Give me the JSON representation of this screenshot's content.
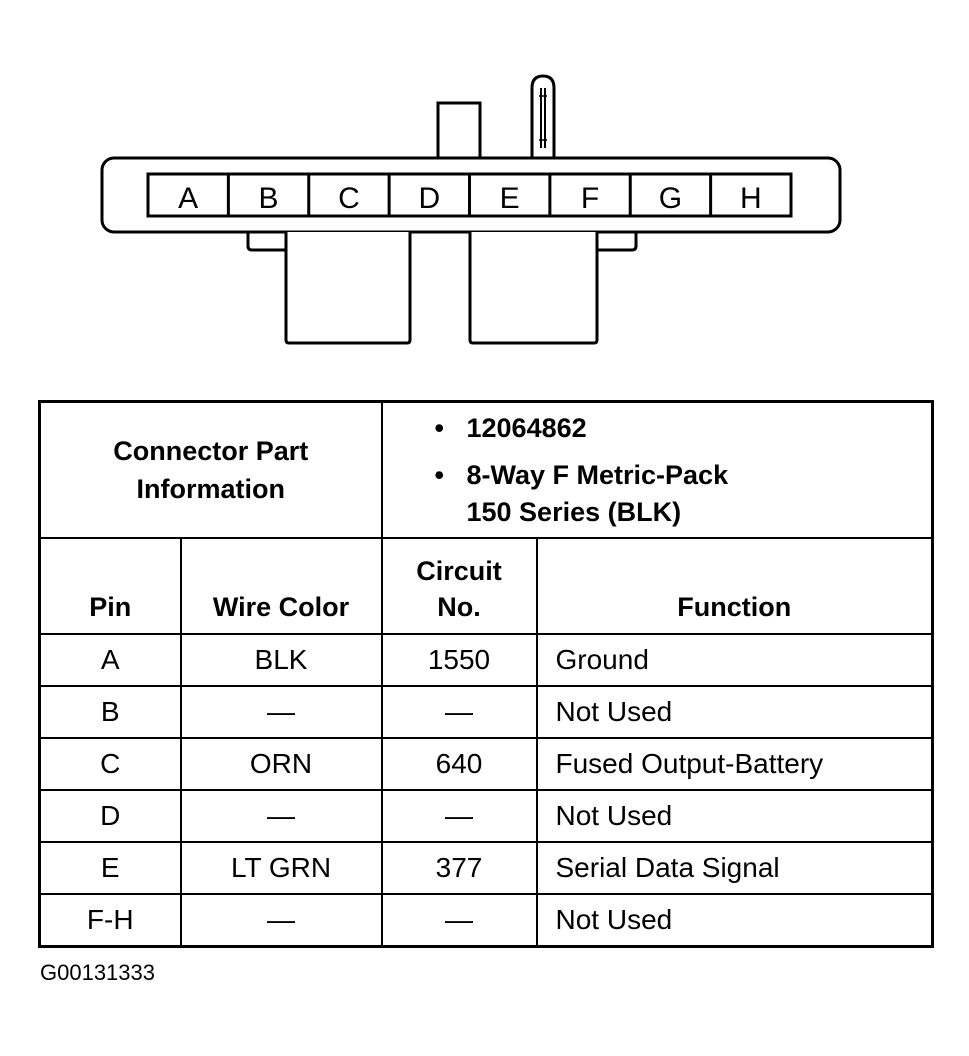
{
  "connector": {
    "pins": [
      "A",
      "B",
      "C",
      "D",
      "E",
      "F",
      "G",
      "H"
    ]
  },
  "part_info": {
    "label": "Connector Part Information",
    "part_number": "12064862",
    "description_line1": "8-Way F Metric-Pack",
    "description_line2": "150 Series (BLK)"
  },
  "table": {
    "headers": {
      "pin": "Pin",
      "wire_color": "Wire Color",
      "circuit_line1": "Circuit",
      "circuit_line2": "No.",
      "function": "Function"
    },
    "rows": [
      {
        "pin": "A",
        "wire_color": "BLK",
        "circuit": "1550",
        "function": "Ground"
      },
      {
        "pin": "B",
        "wire_color": "—",
        "circuit": "—",
        "function": "Not Used"
      },
      {
        "pin": "C",
        "wire_color": "ORN",
        "circuit": "640",
        "function": "Fused Output-Battery"
      },
      {
        "pin": "D",
        "wire_color": "—",
        "circuit": "—",
        "function": "Not Used"
      },
      {
        "pin": "E",
        "wire_color": "LT GRN",
        "circuit": "377",
        "function": "Serial Data Signal"
      },
      {
        "pin": "F-H",
        "wire_color": "—",
        "circuit": "—",
        "function": "Not Used"
      }
    ]
  },
  "figure_id": "G00131333"
}
